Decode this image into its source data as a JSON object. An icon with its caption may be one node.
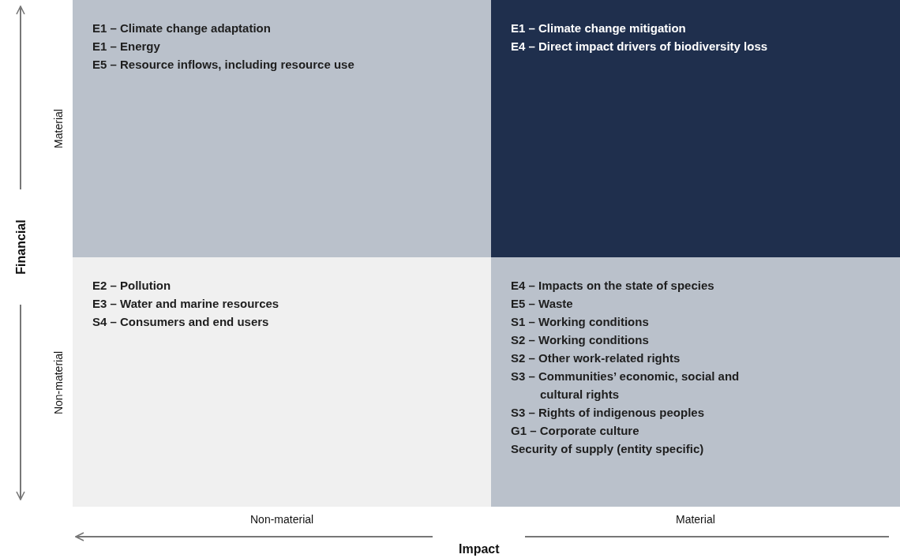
{
  "diagram": {
    "nodes": [
      {
        "text": [
          "E1 – Climate change adaptation",
          "E1 – Energy",
          "E5 – Resource inflows, including resource use"
        ]
      },
      {
        "text": [
          "E1 – Climate change mitigation",
          "E4 – Direct impact drivers of biodiversity loss"
        ]
      },
      {
        "text": [
          "E2 – Pollution",
          "E3 – Water and marine resources",
          "S4 – Consumers and end users"
        ]
      },
      {
        "text": [
          "E4 – Impacts on the state of species",
          "E5 – Waste",
          "S1 – Working conditions",
          "S2 – Working conditions",
          "S2 – Other work-related rights",
          "S3 – Communities’ economic, social and cultural rights",
          "S3 – Rights of indigenous peoples",
          "G1 – Corporate culture",
          "Security of supply (entity specific)"
        ]
      }
    ],
    "labels": [
      "Material",
      "Financial",
      "Non-material",
      "Non-material",
      "Material",
      "Impact"
    ]
  }
}
